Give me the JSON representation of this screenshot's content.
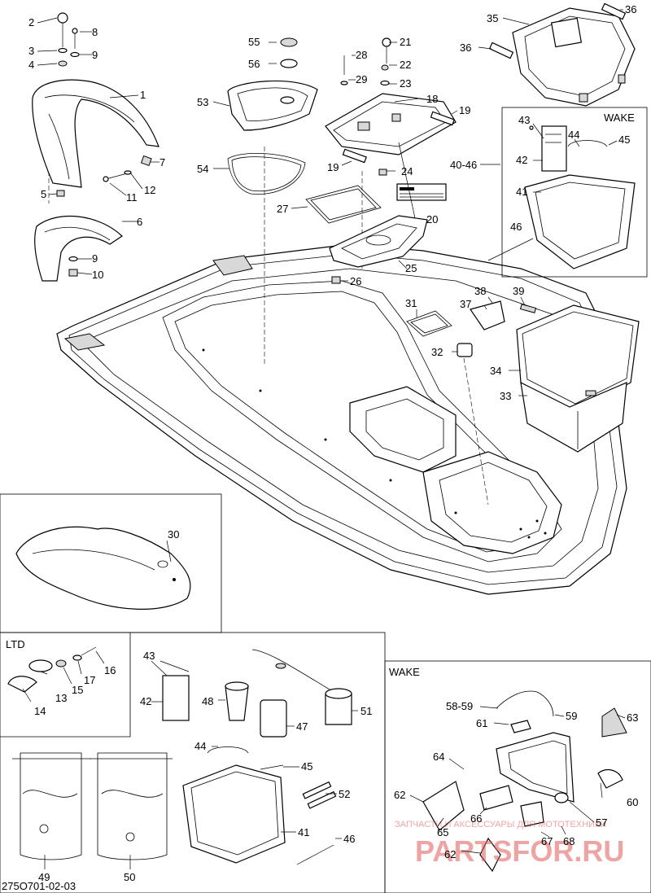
{
  "labels": {
    "n1": "1",
    "n2": "2",
    "n3": "3",
    "n4": "4",
    "n5": "5",
    "n6": "6",
    "n7": "7",
    "n8": "8",
    "n9a": "9",
    "n9b": "9",
    "n10": "10",
    "n11": "11",
    "n12": "12",
    "n13": "13",
    "n14": "14",
    "n15": "15",
    "n16": "16",
    "n17": "17",
    "n18": "18",
    "n19a": "19",
    "n19b": "19",
    "n20": "20",
    "n21": "21",
    "n22": "22",
    "n23": "23",
    "n24": "24",
    "n25": "25",
    "n26": "26",
    "n27": "27",
    "n28": "28",
    "n29": "29",
    "n30": "30",
    "n31": "31",
    "n32": "32",
    "n33": "33",
    "n34": "34",
    "n35": "35",
    "n36a": "36",
    "n36b": "36",
    "n37": "37",
    "n38": "38",
    "n39": "39",
    "n40_46": "40-46",
    "n41a": "41",
    "n41b": "41",
    "n42a": "42",
    "n42b": "42",
    "n43a": "43",
    "n43b": "43",
    "n44a": "44",
    "n44b": "44",
    "n45a": "45",
    "n45b": "45",
    "n46a": "46",
    "n46b": "46",
    "n47": "47",
    "n48": "48",
    "n49": "49",
    "n50": "50",
    "n51": "51",
    "n52": "52",
    "n53": "53",
    "n54": "54",
    "n55": "55",
    "n56": "56",
    "n57": "57",
    "n58_59": "58-59",
    "n59": "59",
    "n60": "60",
    "n61": "61",
    "n62a": "62",
    "n62b": "62",
    "n63": "63",
    "n64": "64",
    "n65": "65",
    "n66": "66",
    "n67": "67",
    "n68": "68"
  },
  "sections": {
    "wake_top": "WAKE",
    "ltd": "LTD",
    "wake_bottom": "WAKE"
  },
  "watermark": {
    "line1": "ЗАПЧАСТИ И АКСЕССУАРЫ ДЛЯ МОТОТЕХНИКИ",
    "line2": "PARTSFOR.RU"
  },
  "footer": {
    "code": "275O701-02-03"
  }
}
